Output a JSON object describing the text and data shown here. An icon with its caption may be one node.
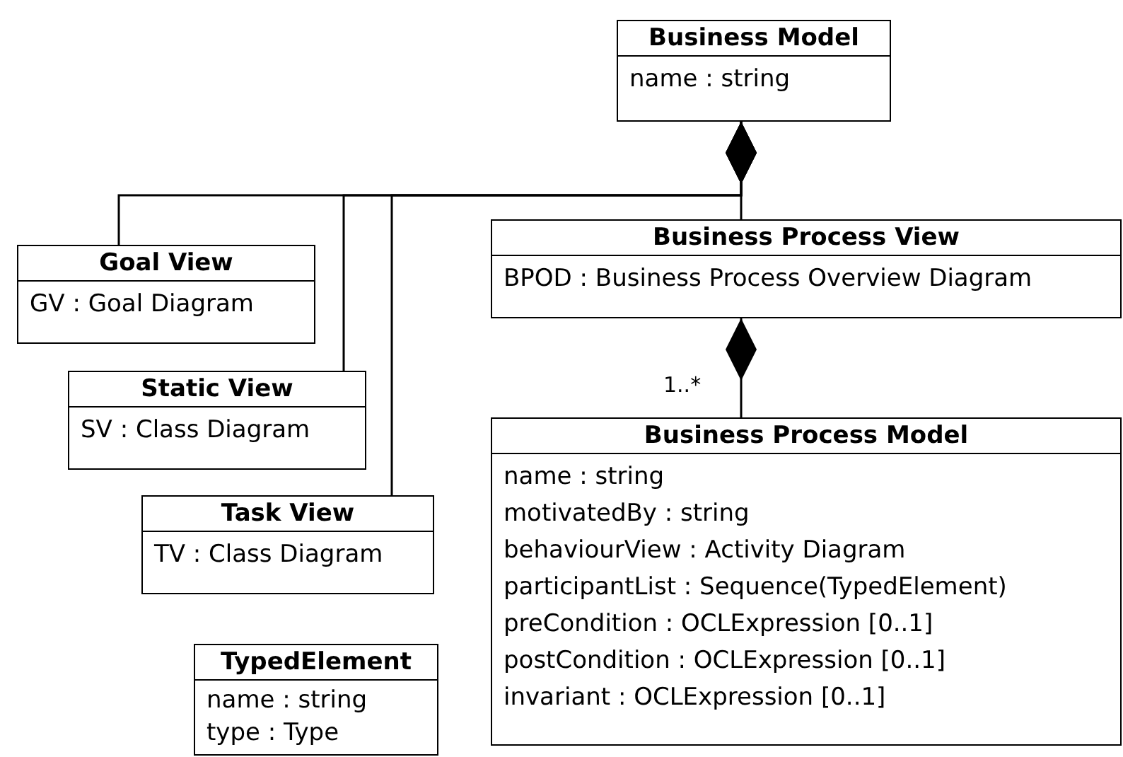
{
  "diagram": {
    "nodes": [
      {
        "text": [
          "Business Model",
          "name : string"
        ]
      },
      {
        "text": [
          "Goal View",
          "GV : Goal Diagram"
        ]
      },
      {
        "text": [
          "Static View",
          "SV : Class Diagram"
        ]
      },
      {
        "text": [
          "Task View",
          "TV : Class Diagram"
        ]
      },
      {
        "text": [
          "Business Process View",
          "BPOD : Business Process Overview Diagram"
        ]
      },
      {
        "text": [
          "Business Process Model",
          "name : string",
          "motivatedBy : string",
          "behaviourView : Activity Diagram",
          "participantList : Sequence(TypedElement)",
          "preCondition : OCLExpression [0..1]",
          "postCondition : OCLExpression [0..1]",
          "invariant : OCLExpression [0..1]"
        ]
      },
      {
        "text": [
          "TypedElement",
          "name : string",
          "type : Type"
        ]
      }
    ],
    "edges": [
      {
        "from": 0,
        "to": 1,
        "arrow": "other"
      },
      {
        "from": 0,
        "to": 2,
        "arrow": "other"
      },
      {
        "from": 0,
        "to": 3,
        "arrow": "other"
      },
      {
        "from": 0,
        "to": 4,
        "arrow": "other"
      },
      {
        "from": 4,
        "to": 5,
        "arrow": "other",
        "label": "1..*"
      }
    ]
  }
}
